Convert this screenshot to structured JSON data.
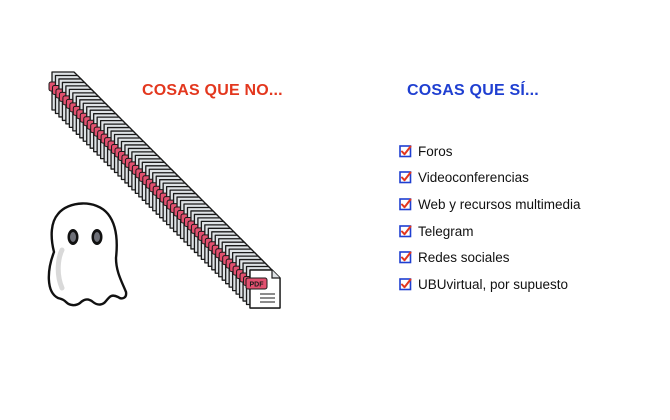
{
  "left_column": {
    "heading": "COSAS QUE NO...",
    "stack_item_label": "PDF",
    "heading_color": "#e3371e"
  },
  "right_column": {
    "heading": "COSAS QUE SÍ...",
    "heading_color": "#1f3fd1",
    "checkbox_icon": "checked-box-icon",
    "checkbox_border_color": "#1f3fd1",
    "check_color": "#e3371e",
    "items": [
      {
        "label": "Foros"
      },
      {
        "label": "Videoconferencias"
      },
      {
        "label": "Web y recursos multimedia"
      },
      {
        "label": "Telegram"
      },
      {
        "label": "Redes sociales"
      },
      {
        "label": "UBUvirtual, por supuesto"
      }
    ]
  },
  "illustrations": {
    "ghost": "ghost-icon",
    "documents": "pdf-document-stack-icon"
  }
}
